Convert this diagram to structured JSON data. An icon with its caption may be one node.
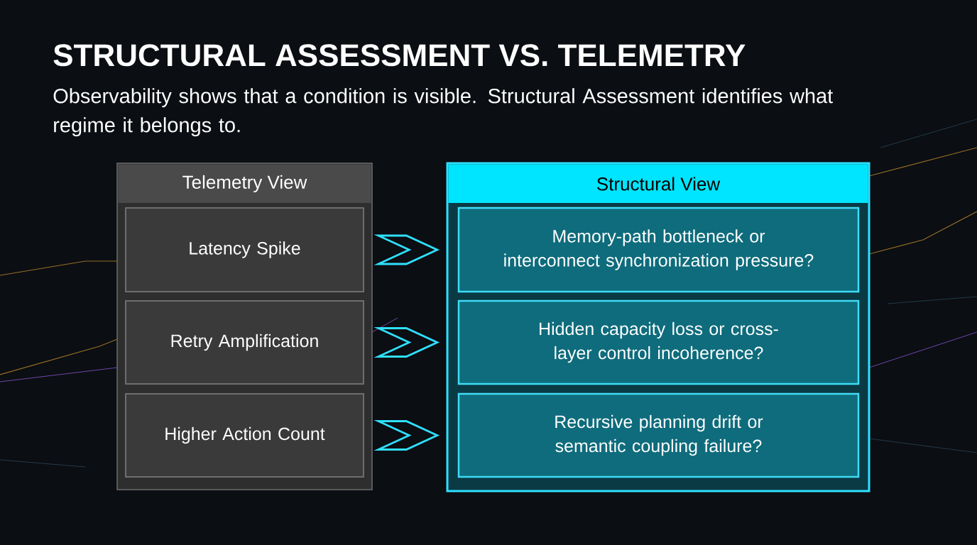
{
  "diagram": {
    "title": "STRUCTURAL ASSESSMENT VS. TELEMETRY",
    "caption": "Observability shows that a condition is visible. Structural Assessment identifies what regime it belongs to.",
    "nodes": [
      {
        "text": [
          "Telemetry View"
        ]
      },
      {
        "text": [
          "Latency Spike"
        ],
        "in": 0
      },
      {
        "text": [
          "Retry Amplification"
        ],
        "in": 0
      },
      {
        "text": [
          "Higher Action Count"
        ],
        "in": 0
      },
      {
        "text": [
          "Structural View"
        ]
      },
      {
        "text": [
          "Memory-path bottleneck or interconnect synchronization pressure?"
        ],
        "in": 4
      },
      {
        "text": [
          "Hidden capacity loss or cross-layer control incoherence?"
        ],
        "in": 4
      },
      {
        "text": [
          "Recursive planning drift or semantic coupling failure?"
        ],
        "in": 4
      }
    ],
    "edges": [
      {
        "from": 1,
        "to": 5,
        "arrow": "to"
      },
      {
        "from": 2,
        "to": 6,
        "arrow": "to"
      },
      {
        "from": 3,
        "to": 7,
        "arrow": "to"
      }
    ]
  }
}
